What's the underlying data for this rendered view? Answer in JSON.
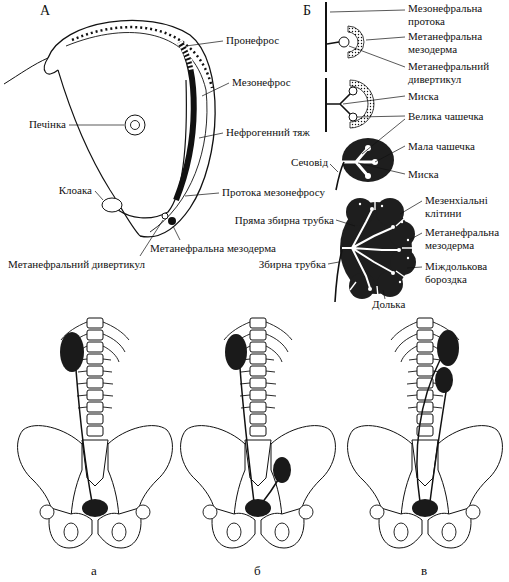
{
  "diagram": {
    "labels": [
      "А",
      "Пронефрос",
      "Мезонефрос",
      "Печінка",
      "Нефрогенний тяж",
      "Клоака",
      "Протока мезонефросу",
      "Метанефральна мезодерма",
      "Метанефральний дивертикул",
      "Б",
      "Мезонефральна протока",
      "Метанефральна мезодерма",
      "Метанефральний дивертикул",
      "Миска",
      "Велика чашечка",
      "Сечовід",
      "Мала чашечка",
      "Миска",
      "Мезенхіальні клітини",
      "Пряма збирна трубка",
      "Метанефральна мезодерма",
      "Міждолькова бороздка",
      "Збирна трубка",
      "Долька",
      "а",
      "б",
      "в"
    ]
  }
}
